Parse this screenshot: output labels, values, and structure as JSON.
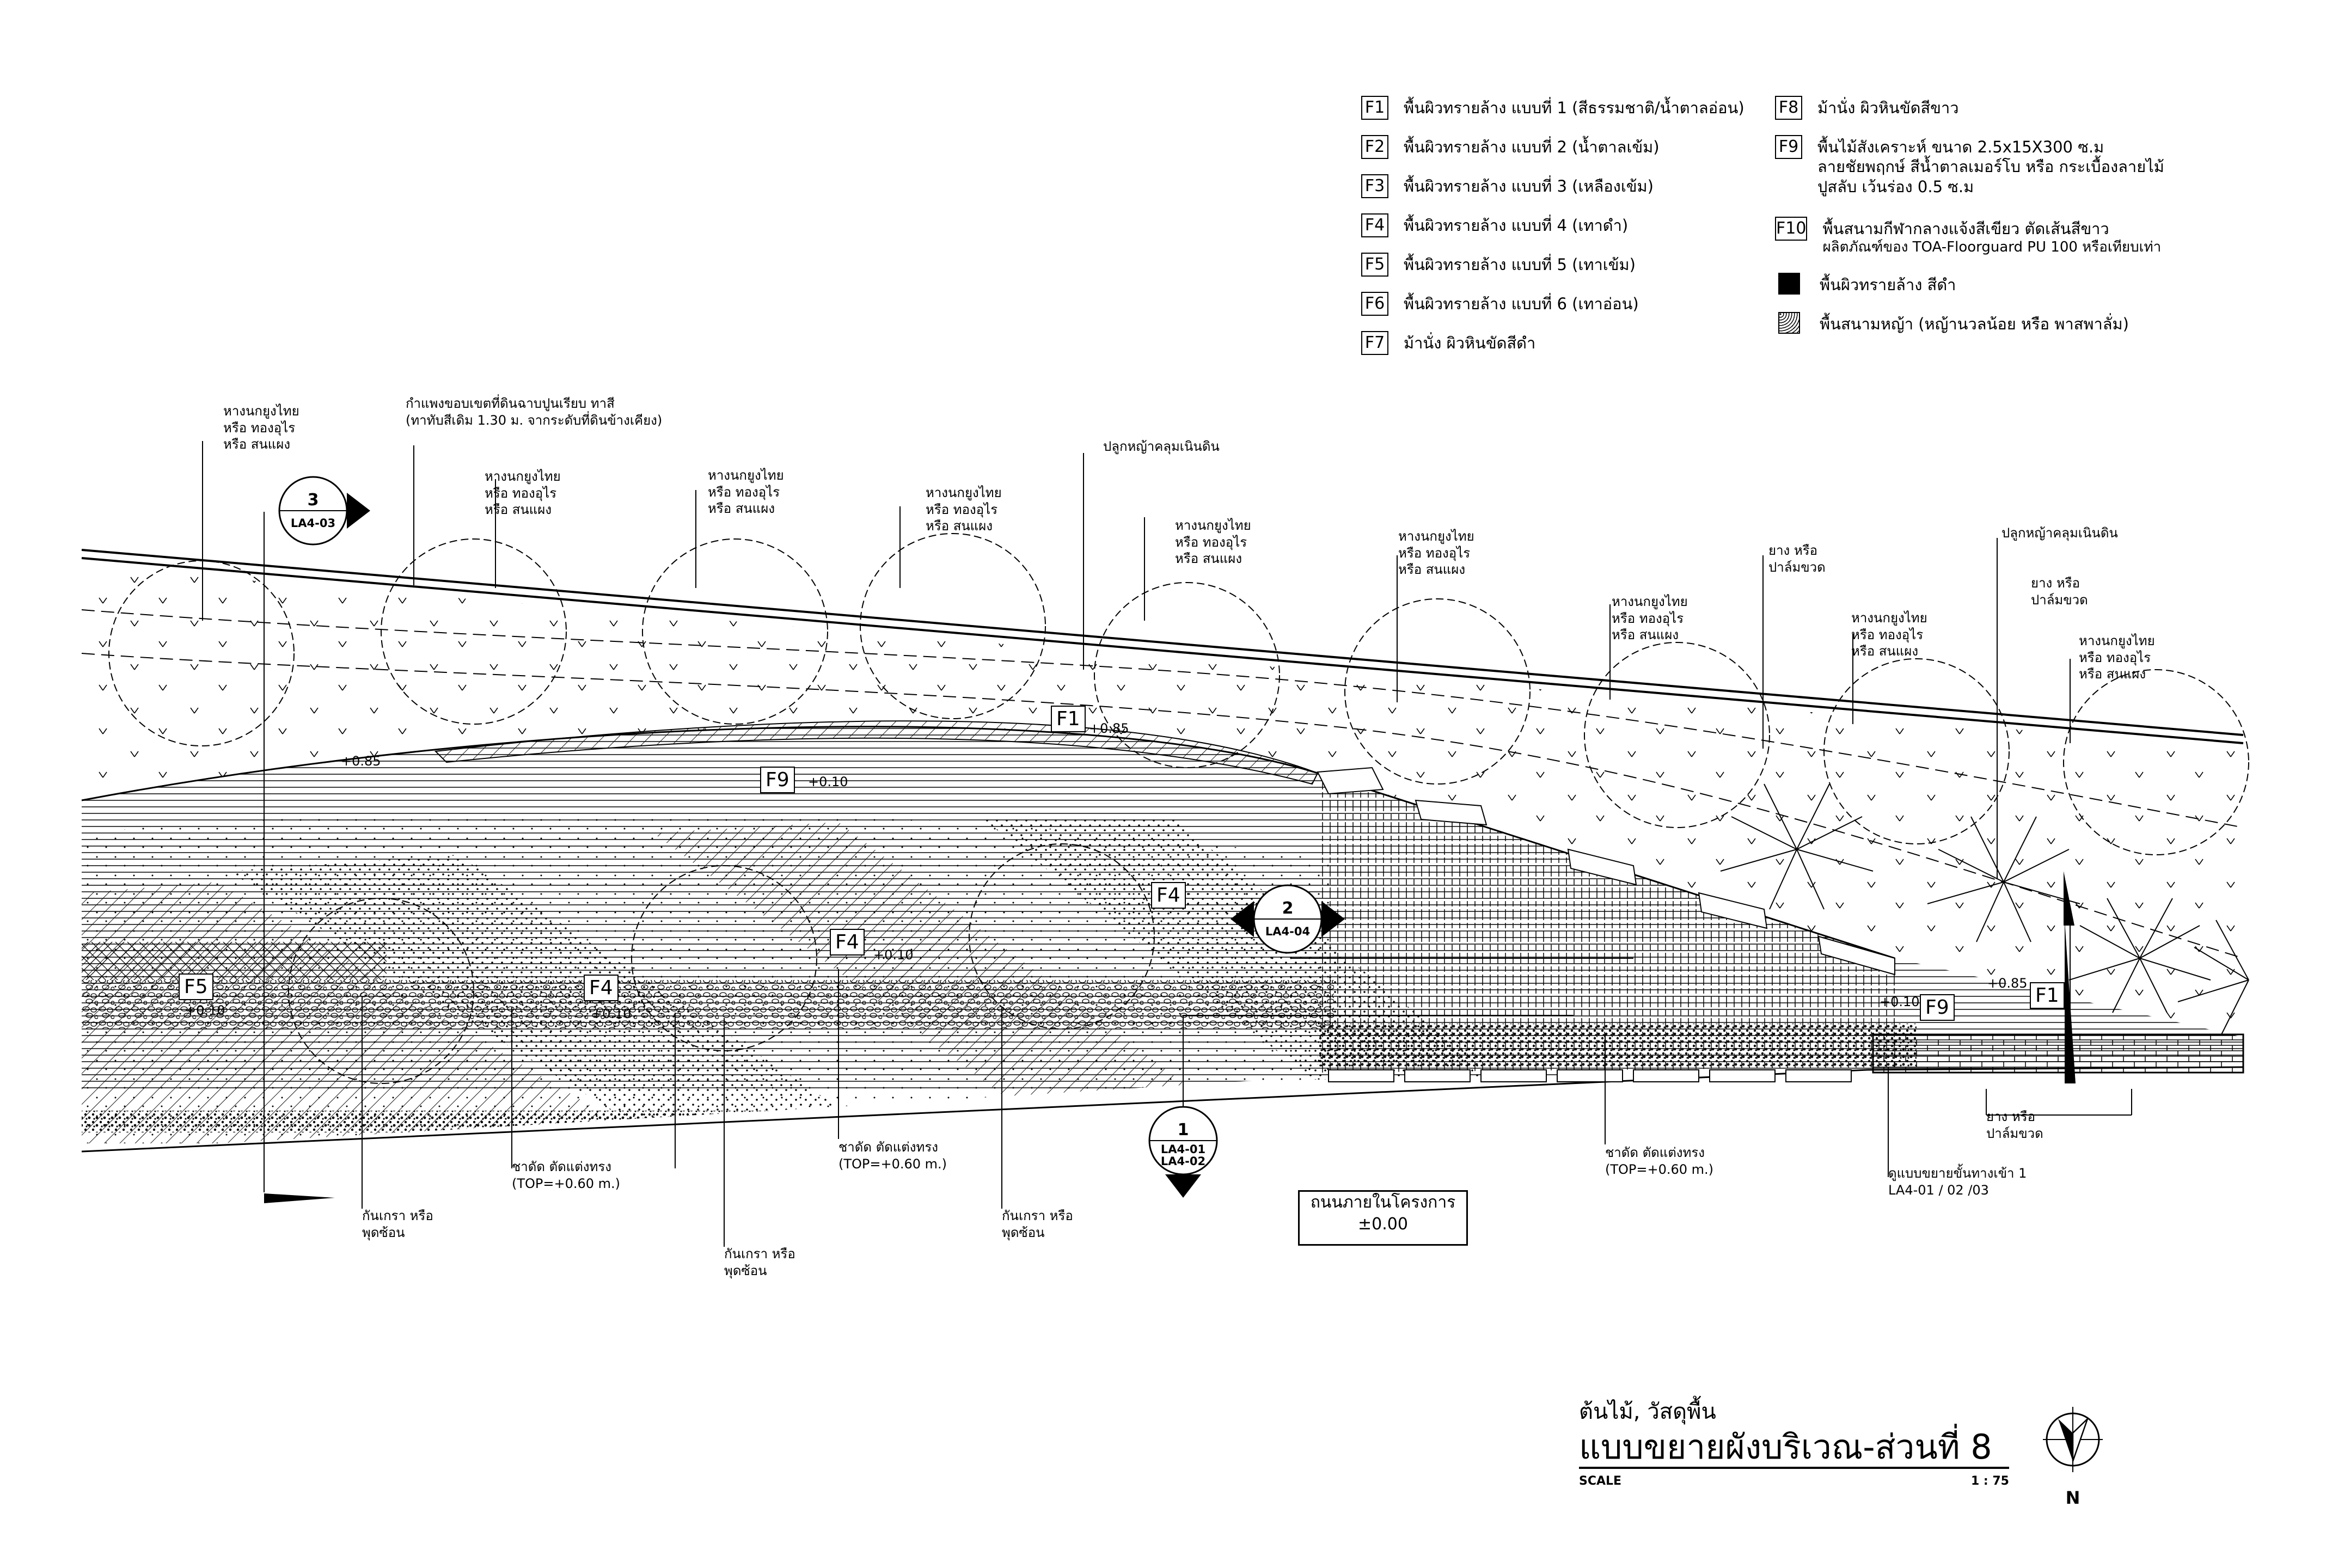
{
  "legend": {
    "left": [
      {
        "code": "F1",
        "text": "พื้นผิวทรายล้าง แบบที่ 1 (สีธรรมชาติ/น้ำตาลอ่อน)"
      },
      {
        "code": "F2",
        "text": "พื้นผิวทรายล้าง แบบที่ 2 (น้ำตาลเข้ม)"
      },
      {
        "code": "F3",
        "text": "พื้นผิวทรายล้าง แบบที่ 3 (เหลืองเข้ม)"
      },
      {
        "code": "F4",
        "text": "พื้นผิวทรายล้าง แบบที่ 4 (เทาดำ)"
      },
      {
        "code": "F5",
        "text": "พื้นผิวทรายล้าง แบบที่ 5 (เทาเข้ม)"
      },
      {
        "code": "F6",
        "text": "พื้นผิวทรายล้าง แบบที่ 6 (เทาอ่อน)"
      },
      {
        "code": "F7",
        "text": "ม้านั่ง ผิวหินขัดสีดำ"
      }
    ],
    "right": [
      {
        "code": "F8",
        "lines": [
          "ม้านั่ง ผิวหินขัดสีขาว"
        ]
      },
      {
        "code": "F9",
        "lines": [
          "พื้นไม้สังเคราะห์ ขนาด 2.5x15X300 ซ.ม",
          "ลายชัยพฤกษ์ สีน้ำตาลเมอร์โบ หรือ กระเบื้องลายไม้",
          "ปูสลับ เว้นร่อง 0.5 ซ.ม"
        ]
      },
      {
        "code": "F10",
        "lines": [
          "พื้นสนามกีฬากลางแจ้งสีเขียว ตัดเส้นสีขาว",
          "ผลิตภัณฑ์ของ TOA-Floorguard PU 100 หรือเทียบเท่า"
        ]
      }
    ],
    "swatches": [
      {
        "type": "solid",
        "text": "พื้นผิวทรายล้าง สีดำ"
      },
      {
        "type": "dotted",
        "text": "พื้นสนามหญ้า (หญ้านวลน้อย หรือ พาสพาลั่ม)"
      }
    ]
  },
  "annotations": {
    "tree": [
      "หางนกยูงไทย",
      "หรือ ทองอุไร",
      "หรือ สนแผง"
    ],
    "wall": [
      "กำแพงขอบเขตที่ดินฉาบปูนเรียบ ทาสี",
      "(ทาทับสีเดิม 1.30 ม. จากระดับที่ดินข้างเคียง)"
    ],
    "groundcover": "ปลูกหญ้าคลุมเนินดิน",
    "palm": [
      "ยาง หรือ",
      "ปาล์มขวด"
    ],
    "bench": [
      "ชาดัด ตัดแต่งทรง",
      "(TOP=+0.60 m.)"
    ],
    "shrub": [
      "กันเกรา หรือ",
      "พุดซ้อน"
    ],
    "steps": [
      "ดูแบบขยายขั้นทางเข้า 1",
      "LA4-01 / 02 /03"
    ]
  },
  "material_tags": [
    {
      "id": "f1a",
      "code": "F1"
    },
    {
      "id": "f9a",
      "code": "F9"
    },
    {
      "id": "f5a",
      "code": "F5"
    },
    {
      "id": "f4a",
      "code": "F4"
    },
    {
      "id": "f4b",
      "code": "F4"
    },
    {
      "id": "f4c",
      "code": "F4"
    },
    {
      "id": "f9b",
      "code": "F9"
    },
    {
      "id": "f1b",
      "code": "F1"
    }
  ],
  "levels": {
    "p085": "+0.85",
    "p010": "+0.10"
  },
  "callouts": [
    {
      "id": "c3",
      "number": "3",
      "sheets": [
        "LA4-03"
      ]
    },
    {
      "id": "c2",
      "number": "2",
      "sheets": [
        "LA4-04"
      ]
    },
    {
      "id": "c1",
      "number": "1",
      "sheets": [
        "LA4-01",
        "LA4-02"
      ]
    }
  ],
  "road": {
    "label": "ถนนภายในโครงการ",
    "level": "±0.00"
  },
  "title_block": {
    "subtitle": "ต้นไม้, วัสดุพื้น",
    "title": "แบบขยายผังบริเวณ-ส่วนที่  8",
    "scale_label": "SCALE",
    "scale": "1 : 75"
  },
  "north": "N"
}
